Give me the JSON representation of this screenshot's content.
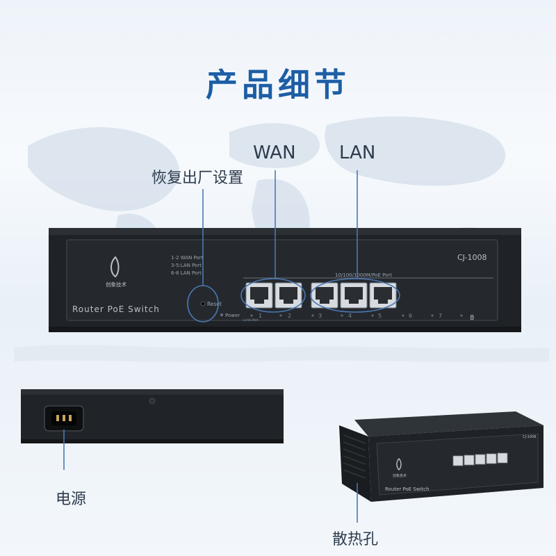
{
  "title": "产品细节",
  "callouts": {
    "wan": "WAN",
    "lan": "LAN",
    "reset": "恢复出厂设置",
    "power": "电源",
    "vents": "散热孔"
  },
  "front_panel": {
    "brand": "创象技术",
    "product_line": "Router PoE Switch",
    "model": "CJ-1008",
    "port_legend": [
      "1-2 WAN Port",
      "3-5:LAN Port",
      "6-8 LAN Port"
    ],
    "port_strip_label": "10/100/1000M/PoE Port",
    "reset_label": "Reset",
    "power_label": "Power",
    "link_act_label": "Link/Act",
    "port_numbers": [
      "1",
      "2",
      "3",
      "4",
      "5",
      "6",
      "7",
      "8"
    ]
  },
  "small_device": {
    "brand": "创象技术",
    "product_line": "Router PoE Switch",
    "model": "CJ-1008"
  },
  "colors": {
    "title": "#1d5ea5",
    "callout_line": "#4a78b3",
    "chassis": "#1f2226"
  }
}
